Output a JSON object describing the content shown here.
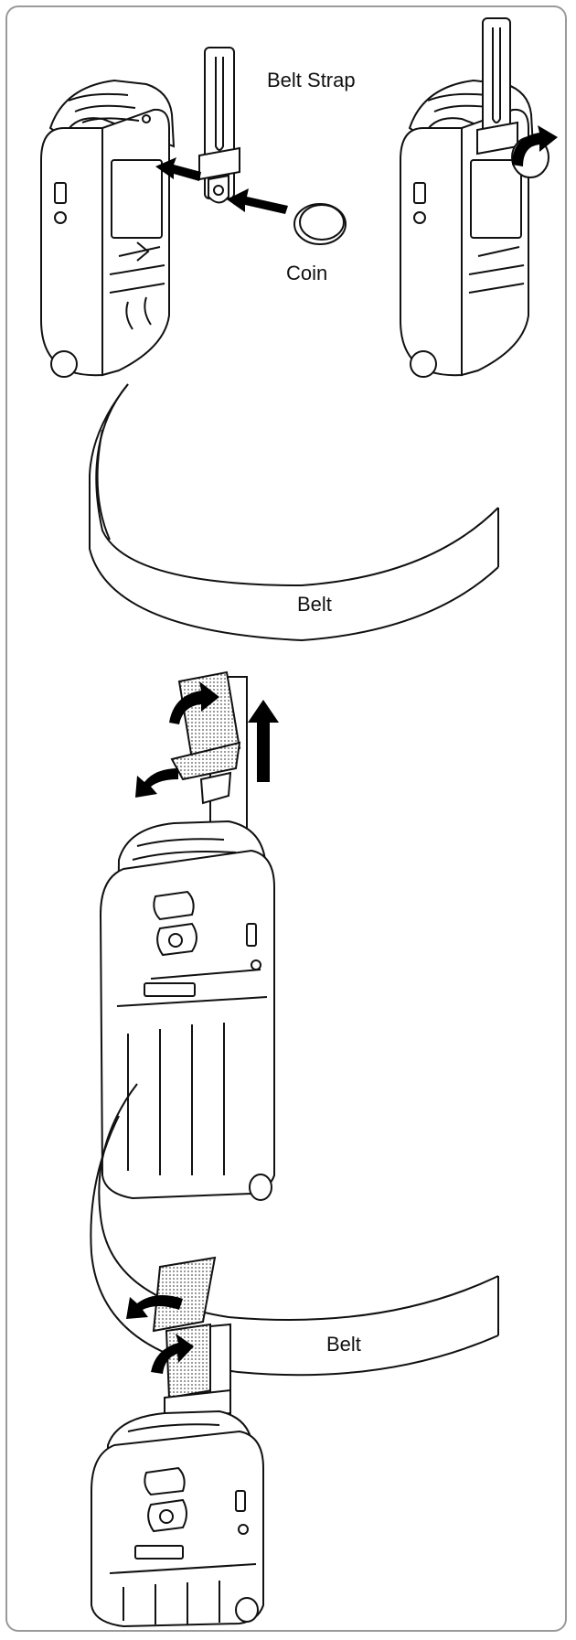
{
  "labels": {
    "belt_strap": "Belt Strap",
    "coin": "Coin",
    "belt_top": "Belt",
    "belt_bottom": "Belt"
  },
  "colors": {
    "line": "#111111",
    "frame": "#9a9a9a",
    "arrow": "#000000",
    "dot_fill": "#cfcfcf"
  }
}
